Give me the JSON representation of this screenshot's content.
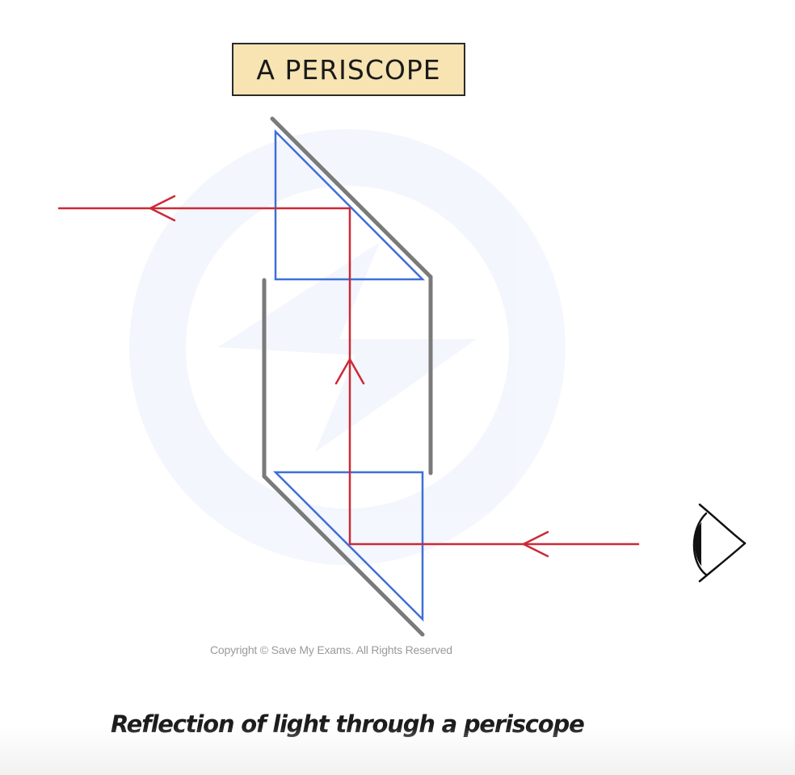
{
  "diagram": {
    "title": "A PERISCOPE",
    "copyright": "Copyright © Save My Exams. All Rights Reserved",
    "caption": "Reflection of light through a periscope",
    "colors": {
      "tube": "#7a7a7a",
      "prism": "#3f6fd8",
      "ray": "#cc2a36",
      "eye": "#111111",
      "title_bg": "#f7e4b2"
    },
    "icons": [
      "eye-icon",
      "watermark-logo-icon"
    ]
  }
}
